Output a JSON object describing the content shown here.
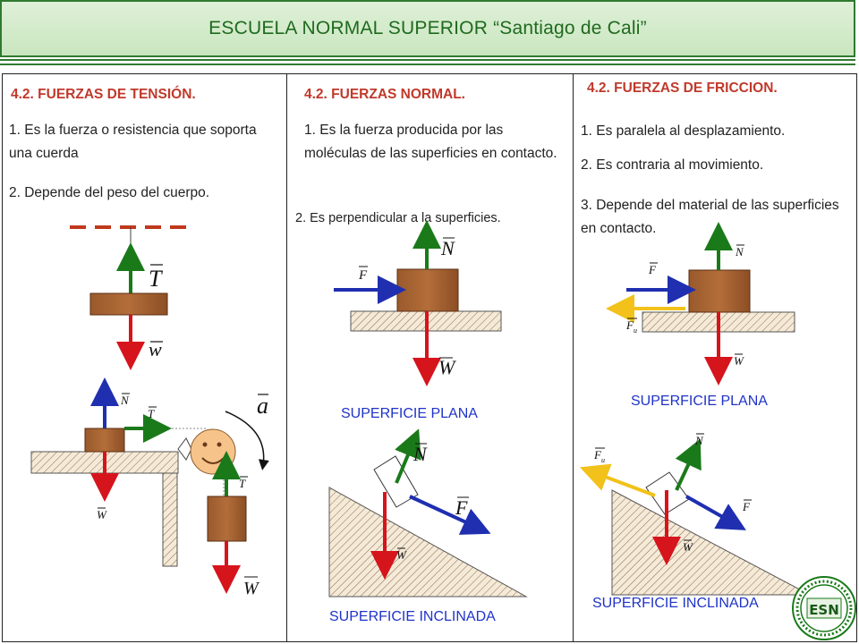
{
  "header": {
    "title": "ESCUELA NORMAL SUPERIOR “Santiago de Cali”"
  },
  "tension": {
    "title": "4.2. FUERZAS DE TENSIÓN.",
    "point1": "1. Es la fuerza o resistencia que soporta una cuerda",
    "point2": "2. Depende del peso del cuerpo.",
    "labels": {
      "T": "T",
      "w": "w",
      "N": "N",
      "a": "a",
      "T2": "T",
      "W": "W",
      "W2": "W"
    }
  },
  "normal": {
    "title": "4.2. FUERZAS NORMAL.",
    "point1": "1. Es la fuerza producida por las moléculas de las superficies en contacto.",
    "point2": "2. Es perpendicular a la superficies.",
    "caption_flat": "SUPERFICIE PLANA",
    "caption_incline": "SUPERFICIE INCLINADA",
    "labels": {
      "N": "N",
      "F": "F",
      "W": "W"
    }
  },
  "friction": {
    "title": "4.2. FUERZAS DE FRICCION.",
    "point1": "1.  Es paralela al desplazamiento.",
    "point2": "2. Es contraria al movimiento.",
    "point3": "3. Depende del material de las superficies en contacto.",
    "caption_flat": "SUPERFICIE PLANA",
    "caption_incline": "SUPERFICIE INCLINADA",
    "labels": {
      "N": "N",
      "F": "F",
      "Fu": "F",
      "Fu_sub": "u",
      "W": "W"
    }
  },
  "colors": {
    "header_text": "#1f6a1f",
    "heading": "#c0392b",
    "caption": "#1f33c8",
    "green_arrow": "#1a7a1a",
    "red_arrow": "#d6141c",
    "blue_arrow": "#1f2fb0",
    "yellow_arrow": "#f2c21a",
    "rope": "#c0391c",
    "wood": "#a0522d"
  },
  "logo": {
    "text": "ESN"
  }
}
